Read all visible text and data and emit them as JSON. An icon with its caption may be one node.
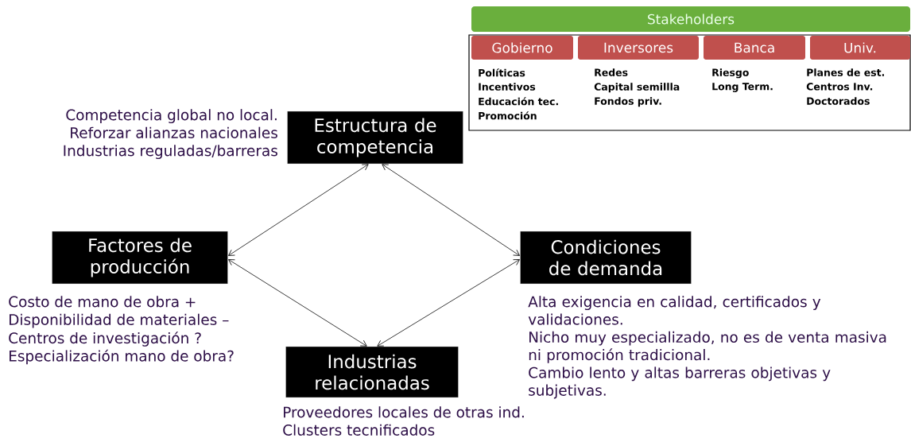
{
  "diagram": {
    "nodes": [
      {
        "text": [
          "Estructura de competencia"
        ],
        "beside": [
          "Competencia global no local.",
          "Reforzar alianzas nacionales",
          "Industrias reguladas/barreras"
        ]
      },
      {
        "text": [
          "Factores de producción"
        ],
        "beside": [
          "Costo de mano de obra +",
          "Disponibilidad de materiales –",
          "Centros de investigación ?",
          "Especialización mano de obra?"
        ]
      },
      {
        "text": [
          "Condiciones de demanda"
        ],
        "beside": [
          "Alta exigencia en calidad, certificados y validaciones.",
          "Nicho muy especializado, no es de venta masiva ni promoción tradicional.",
          "Cambio lento y altas barreras objetivas y subjetivas."
        ]
      },
      {
        "text": [
          "Industrias relacionadas"
        ],
        "beside": [
          "Proveedores locales de otras ind.",
          "Clusters tecnificados"
        ]
      },
      {
        "text": [
          "Stakeholders"
        ]
      },
      {
        "text": [
          "Gobierno"
        ],
        "beside": [
          "Políticas",
          "Incentivos",
          "Educación tec.",
          "Promoción"
        ]
      },
      {
        "text": [
          "Inversores"
        ],
        "beside": [
          "Redes",
          "Capital semillla",
          "Fondos priv."
        ]
      },
      {
        "text": [
          "Banca"
        ],
        "beside": [
          "Riesgo",
          "Long Term."
        ]
      },
      {
        "text": [
          "Univ."
        ],
        "beside": [
          "Planes de est.",
          "Centros Inv.",
          "Doctorados"
        ]
      }
    ],
    "edges": [
      {
        "from": 0,
        "to": 1,
        "arrow": "both"
      },
      {
        "from": 0,
        "to": 2,
        "arrow": "both"
      },
      {
        "from": 1,
        "to": 3,
        "arrow": "both"
      },
      {
        "from": 2,
        "to": 3,
        "arrow": "both"
      }
    ]
  }
}
